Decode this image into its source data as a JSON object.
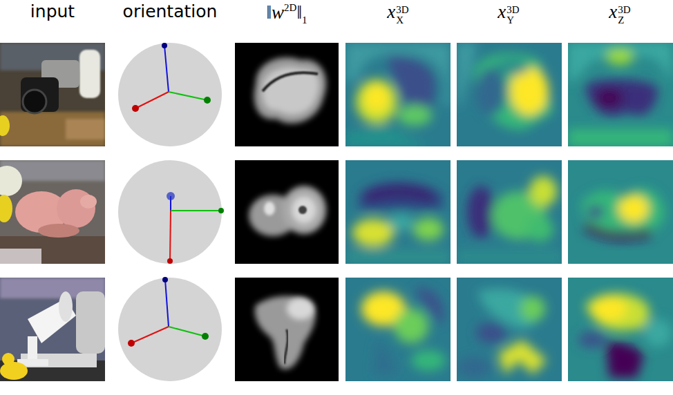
{
  "diagram": {
    "labels": [
      "input",
      "orientation",
      "‖w",
      "2D",
      "‖",
      "1",
      "x",
      "3D",
      "X",
      "x",
      "3D",
      "Y",
      "x",
      "3D",
      "Z"
    ]
  }
}
